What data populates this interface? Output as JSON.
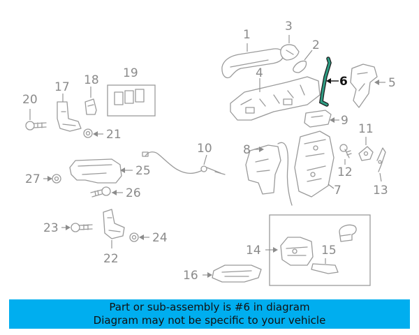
{
  "callouts": {
    "c1": "1",
    "c2": "2",
    "c3": "3",
    "c4": "4",
    "c5": "5",
    "c6": "6",
    "c7": "7",
    "c8": "8",
    "c9": "9",
    "c10": "10",
    "c11": "11",
    "c12": "12",
    "c13": "13",
    "c14": "14",
    "c15": "15",
    "c16": "16",
    "c17": "17",
    "c18": "18",
    "c19": "19",
    "c20": "20",
    "c21": "21",
    "c22": "22",
    "c23": "23",
    "c24": "24",
    "c25": "25",
    "c26": "26",
    "c27": "27"
  },
  "highlighted_callout": "6",
  "banner": {
    "line1": "Part or sub-assembly is #6 in diagram",
    "line2": "Diagram may not be specific to your vehicle"
  },
  "colors": {
    "banner_bg": "#00aeef",
    "highlight": "#2e9c83",
    "line": "#9a9a9a"
  }
}
